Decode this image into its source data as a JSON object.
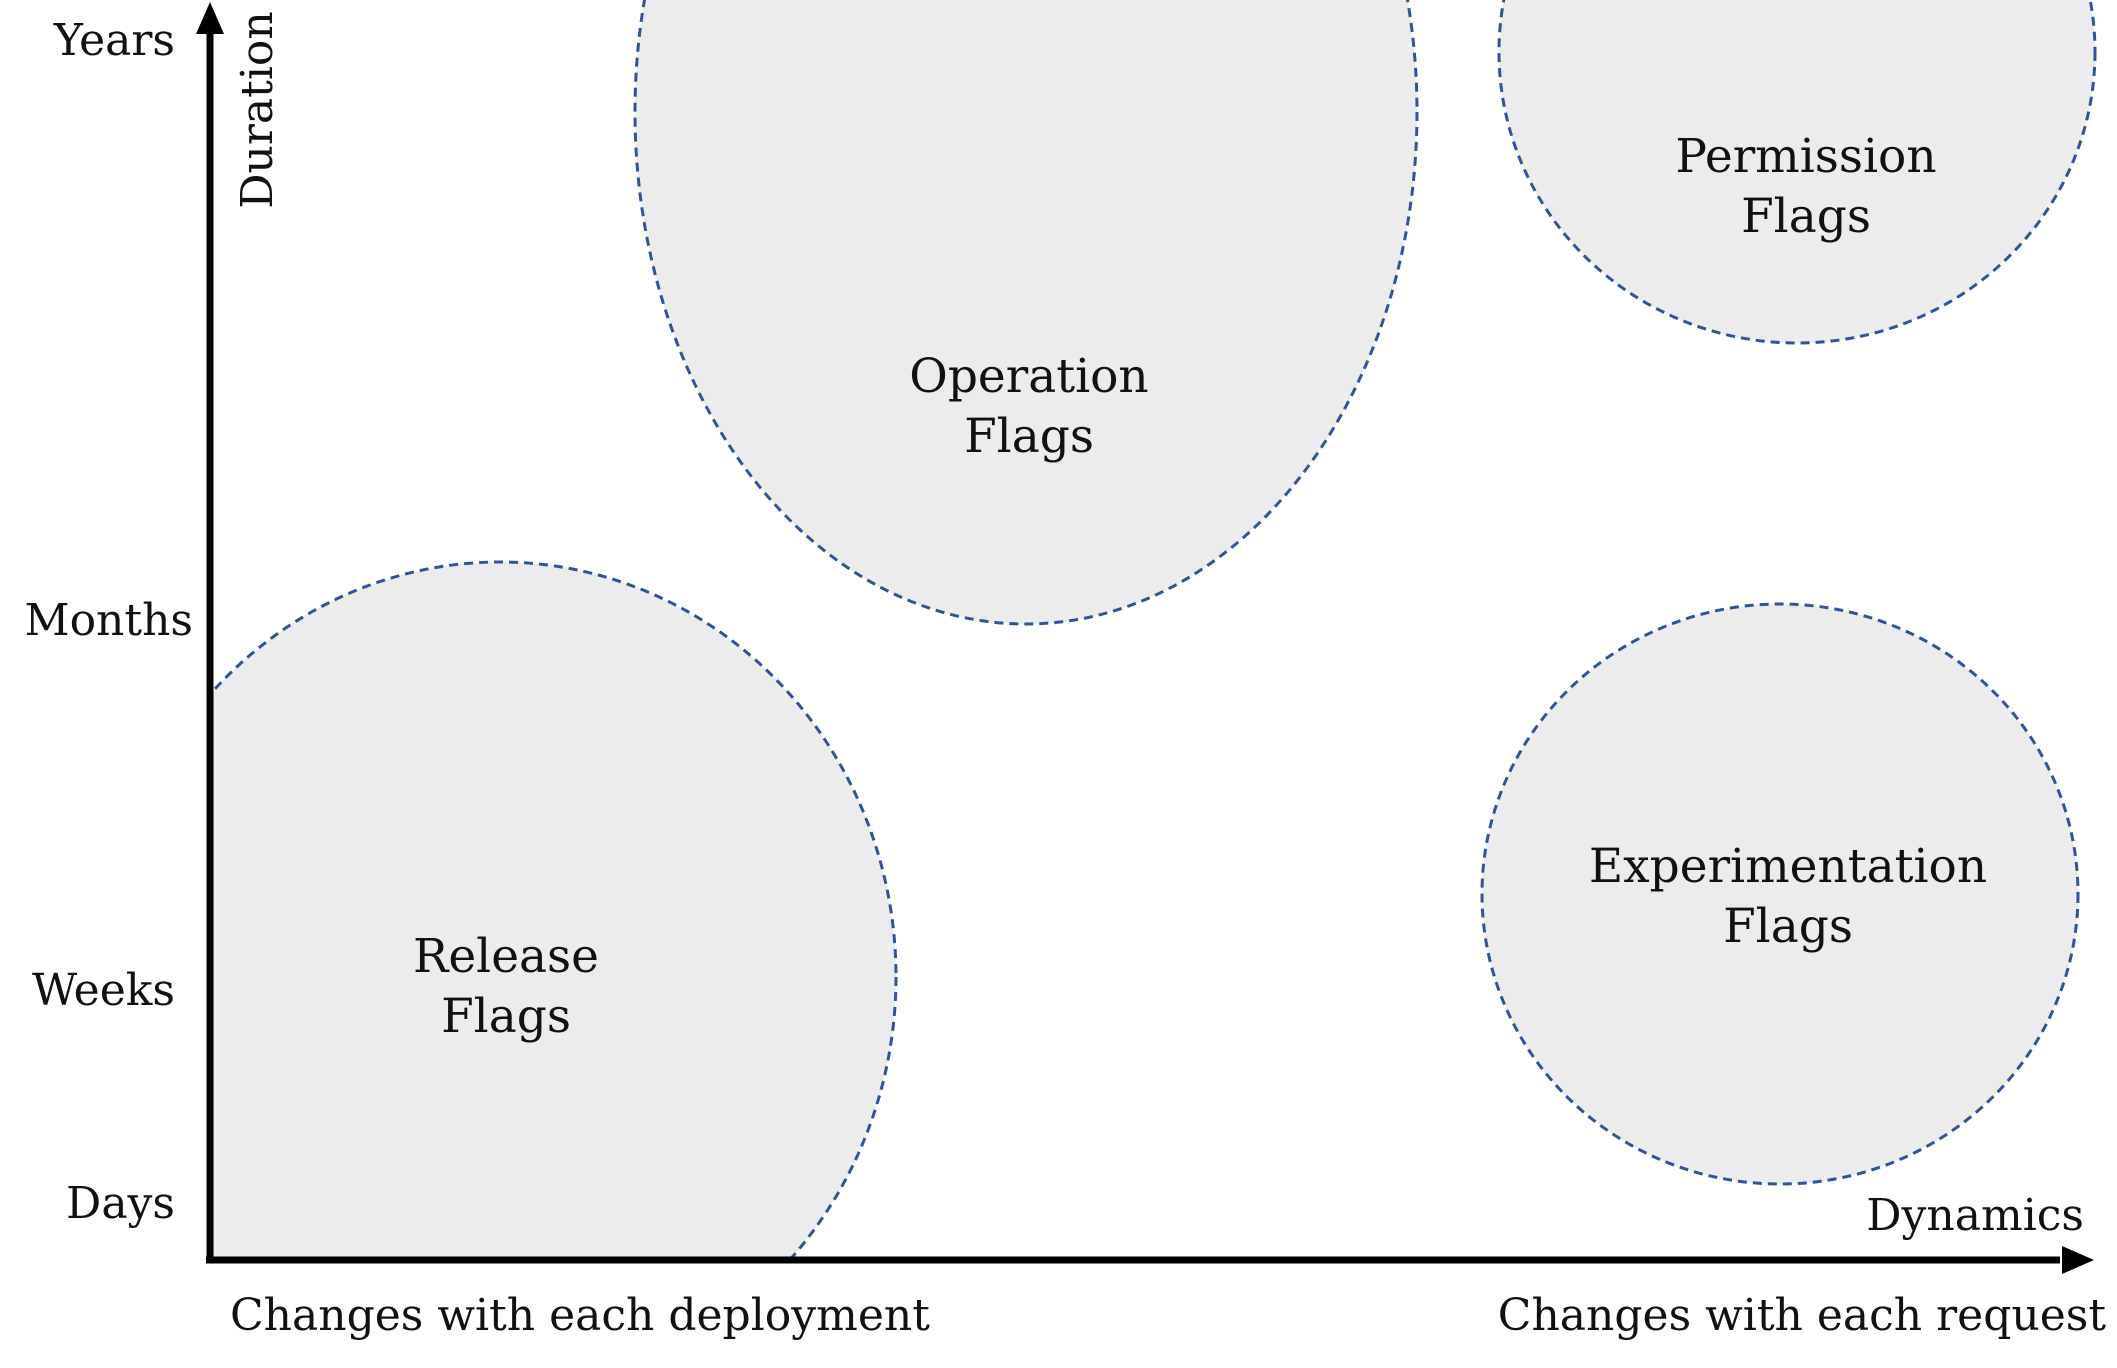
{
  "y_axis": {
    "title": "Duration",
    "ticks": [
      "Years",
      "Months",
      "Weeks",
      "Days"
    ]
  },
  "x_axis": {
    "title": "Dynamics",
    "left_label": "Changes with each deployment",
    "right_label": "Changes with each request"
  },
  "regions": {
    "operation": {
      "line1": "Operation",
      "line2": "Flags"
    },
    "permission": {
      "line1": "Permission",
      "line2": "Flags"
    },
    "release": {
      "line1": "Release",
      "line2": "Flags"
    },
    "experimentation": {
      "line1": "Experimentation",
      "line2": "Flags"
    }
  },
  "colors": {
    "region_fill": "#ececec",
    "region_outline": "#2f5597",
    "axis": "#000000"
  }
}
